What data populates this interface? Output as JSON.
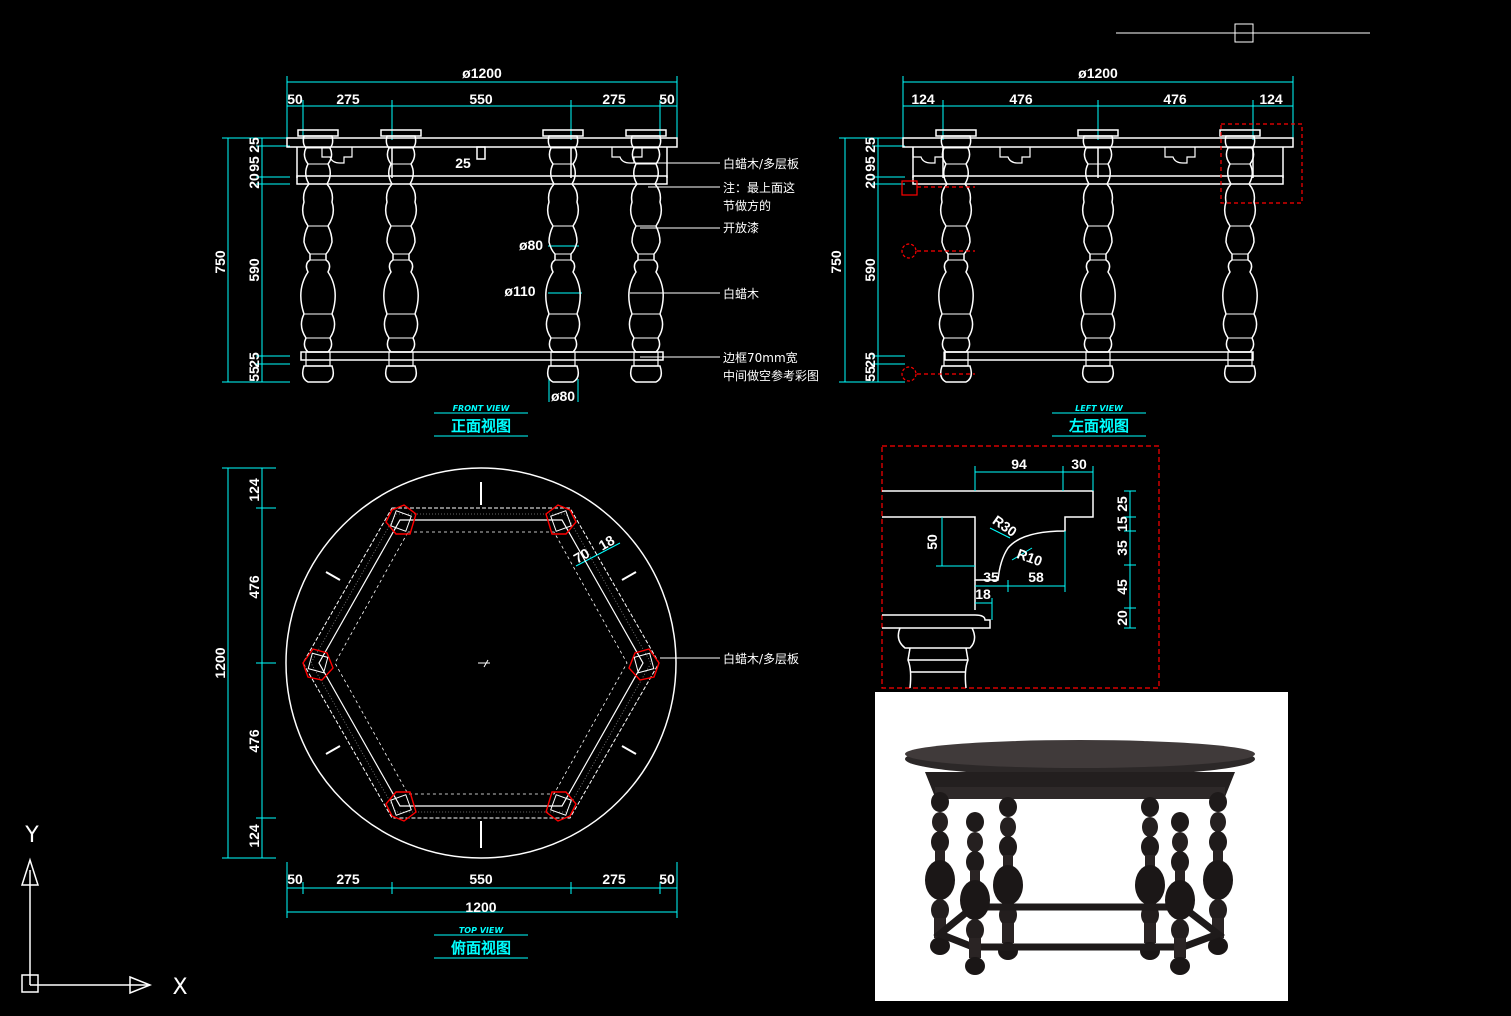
{
  "front": {
    "overall": "ø1200",
    "segs": [
      "50",
      "275",
      "550",
      "275",
      "50"
    ],
    "heights": [
      "750",
      "590"
    ],
    "vsmall": [
      "25",
      "95",
      "20"
    ],
    "vbottom": [
      "25",
      "55"
    ],
    "detail_25": "25",
    "d80": "ø80",
    "d110": "ø110",
    "foot_d80": "ø80",
    "notes": [
      "白蜡木/多层板",
      "注：最上面这",
      "节做方的",
      "开放漆",
      "白蜡木",
      "边框70mm宽",
      "中间做空参考彩图"
    ],
    "title": "正面视图",
    "subtitle": "FRONT VIEW"
  },
  "left": {
    "overall": "ø1200",
    "segs": [
      "124",
      "476",
      "476",
      "124"
    ],
    "heights": [
      "750",
      "590"
    ],
    "vsmall": [
      "25",
      "95",
      "20"
    ],
    "vbottom": [
      "25",
      "55"
    ],
    "title": "左面视图",
    "subtitle": "LEFT VIEW"
  },
  "top": {
    "vdims": [
      "124",
      "476",
      "476",
      "124"
    ],
    "vtotal": "1200",
    "hdims": [
      "50",
      "275",
      "550",
      "275",
      "50"
    ],
    "htotal": "1200",
    "d70": "70",
    "d18": "18",
    "note": "白蜡木/多层板",
    "title": "俯面视图",
    "subtitle": "TOP VIEW"
  },
  "detail": {
    "d94": "94",
    "d30": "30",
    "d50": "50",
    "r30": "R30",
    "r10": "R10",
    "d35": "35",
    "d58": "58",
    "d18": "18",
    "right": [
      "25",
      "15",
      "35",
      "45",
      "20"
    ]
  },
  "axes": {
    "x": "X",
    "y": "Y"
  },
  "colors": {
    "dim": "#00ffff",
    "outline": "#ffffff",
    "accent": "#ff0000",
    "background": "#000000"
  }
}
